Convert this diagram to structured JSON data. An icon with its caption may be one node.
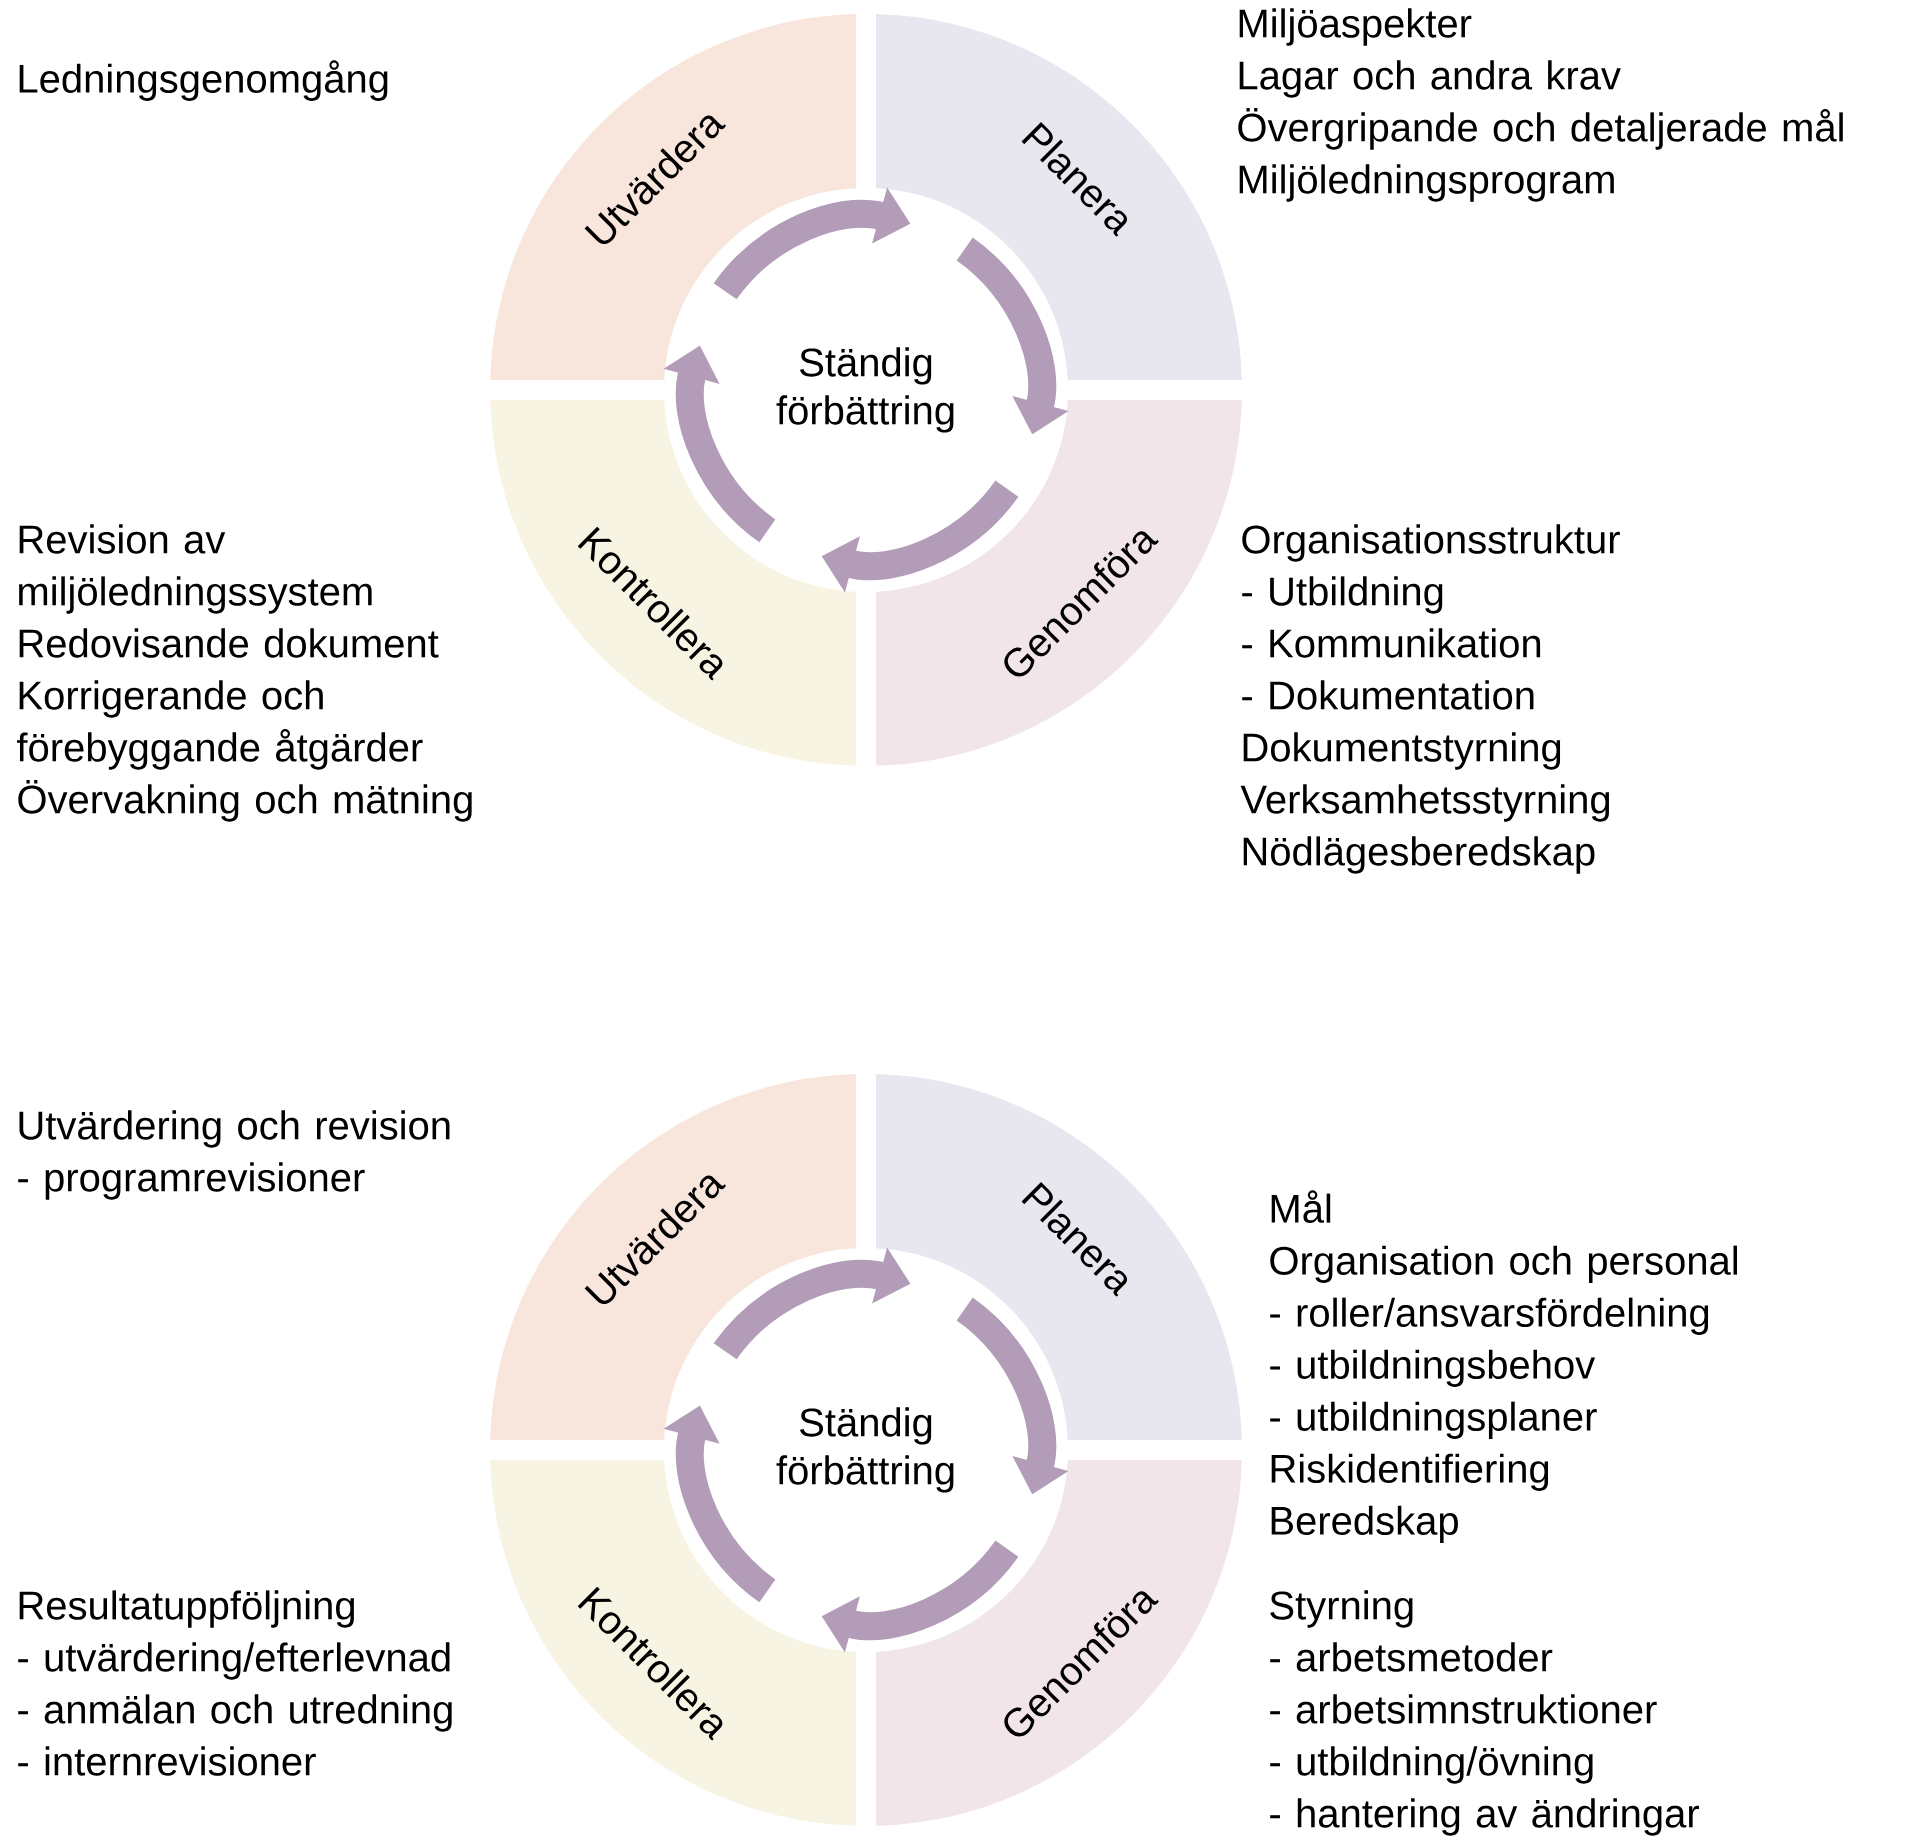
{
  "diagram": {
    "nodes": [
      {
        "text": [
          "Utvärdera"
        ],
        "beside": [
          "Ledningsgenomgång"
        ]
      },
      {
        "text": [
          "Planera"
        ],
        "beside": [
          "Miljöaspekter",
          "Lagar och andra krav",
          "Övergripande och detaljerade mål",
          "Miljöledningsprogram"
        ]
      },
      {
        "text": [
          "Kontrollera"
        ],
        "beside": [
          "Revision av miljöledningssystem",
          "Redovisande dokument",
          "Korrigerande och förebyggande åtgärder",
          "Övervakning och mätning"
        ]
      },
      {
        "text": [
          "Genomföra"
        ],
        "beside": [
          "Organisationsstruktur",
          "- Utbildning",
          "- Kommunikation",
          "- Dokumentation",
          "Dokumentstyrning",
          "Verksamhetsstyrning",
          "Nödlägesberedskap"
        ]
      },
      {
        "text": [
          "Ständig förbättring"
        ]
      },
      {
        "text": [
          "Utvärdera"
        ],
        "beside": [
          "Utvärdering och revision",
          "- programrevisioner"
        ]
      },
      {
        "text": [
          "Planera"
        ],
        "beside": [
          "Mål",
          "Organisation och personal",
          "- roller/ansvarsfördelning",
          "- utbildningsbehov",
          "- utbildningsplaner",
          "Riskidentifiering",
          "Beredskap"
        ]
      },
      {
        "text": [
          "Kontrollera"
        ],
        "beside": [
          "Resultatuppföljning",
          "- utvärdering/efterlevnad",
          "- anmälan och utredning",
          "- internrevisioner"
        ]
      },
      {
        "text": [
          "Genomföra"
        ],
        "beside": [
          "Styrning",
          "- arbetsmetoder",
          "- arbetsimnstruktioner",
          "- utbildning/övning",
          "- hantering av ändringar"
        ]
      },
      {
        "text": [
          "Ständig förbättring"
        ]
      }
    ],
    "edges": [
      {
        "from": 0,
        "to": 1,
        "arrow": "to"
      },
      {
        "from": 1,
        "to": 3,
        "arrow": "to"
      },
      {
        "from": 3,
        "to": 2,
        "arrow": "to"
      },
      {
        "from": 2,
        "to": 0,
        "arrow": "to"
      },
      {
        "from": 5,
        "to": 6,
        "arrow": "to"
      },
      {
        "from": 6,
        "to": 8,
        "arrow": "to"
      },
      {
        "from": 8,
        "to": 7,
        "arrow": "to"
      },
      {
        "from": 7,
        "to": 5,
        "arrow": "to"
      }
    ]
  }
}
